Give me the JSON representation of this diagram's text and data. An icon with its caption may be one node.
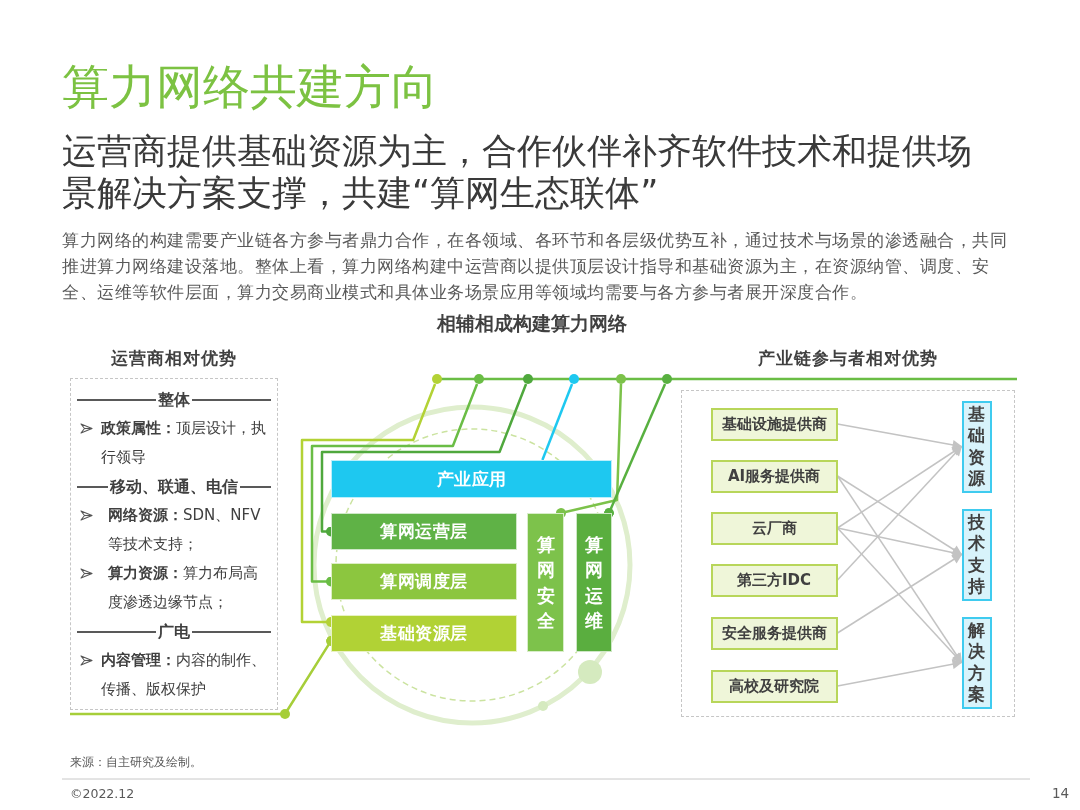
{
  "diagram": {
    "title": "算力网络共建方向",
    "nodes": [
      {
        "text": [
          "运营商相对优势",
          "整体",
          "**政策属性：**顶层设计，执行领导",
          "移动、联通、电信",
          "**网络资源：**SDN、NFV等技术支持；",
          "**算力资源：**算力布局高度渗透边缘节点；",
          "广电",
          "**内容管理：**内容的制作、传播、版权保护"
        ]
      },
      {
        "text": [],
        "shape": "bar"
      },
      {
        "text": [
          "产业应用"
        ]
      },
      {
        "text": [
          "算网运营层"
        ]
      },
      {
        "text": [
          "算网调度层"
        ]
      },
      {
        "text": [
          "基础资源层"
        ]
      },
      {
        "text": [
          "算网安全"
        ]
      },
      {
        "text": [
          "算网运维"
        ]
      },
      {
        "text": [
          "产业链参与者相对优势"
        ]
      },
      {
        "text": [
          "基础设施提供商"
        ],
        "in": 8
      },
      {
        "text": [
          "AI服务提供商"
        ],
        "in": 8
      },
      {
        "text": [
          "云厂商"
        ],
        "in": 8
      },
      {
        "text": [
          "第三方IDC"
        ],
        "in": 8
      },
      {
        "text": [
          "安全服务提供商"
        ],
        "in": 8
      },
      {
        "text": [
          "高校及研究院"
        ],
        "in": 8
      },
      {
        "text": [
          "基础资源"
        ],
        "in": 8
      },
      {
        "text": [
          "技术支持"
        ],
        "in": 8
      },
      {
        "text": [
          "解决方案"
        ],
        "in": 8
      }
    ],
    "edges": [
      {
        "from": 1,
        "to": 2,
        "arrow": "none",
        "color": "#1ec8f0"
      },
      {
        "from": 1,
        "to": 3,
        "arrow": "other",
        "color": "#4fa83d"
      },
      {
        "from": 1,
        "to": 4,
        "arrow": "other",
        "color": "#6abd45"
      },
      {
        "from": 1,
        "to": 5,
        "arrow": "other",
        "color": "#b3d235"
      },
      {
        "from": 1,
        "to": 6,
        "arrow": "other",
        "color": "#7cc24a"
      },
      {
        "from": 1,
        "to": 7,
        "arrow": "other",
        "color": "#58b040"
      },
      {
        "from": 0,
        "to": 5,
        "arrow": "other",
        "color": "#a6ce39"
      },
      {
        "from": 9,
        "to": 15,
        "arrow": "to"
      },
      {
        "from": 10,
        "to": 16,
        "arrow": "to"
      },
      {
        "from": 10,
        "to": 17,
        "arrow": "to"
      },
      {
        "from": 11,
        "to": 15,
        "arrow": "to"
      },
      {
        "from": 11,
        "to": 16,
        "arrow": "to"
      },
      {
        "from": 11,
        "to": 17,
        "arrow": "to"
      },
      {
        "from": 12,
        "to": 15,
        "arrow": "to"
      },
      {
        "from": 13,
        "to": 16,
        "arrow": "to"
      },
      {
        "from": 14,
        "to": 17,
        "arrow": "to"
      }
    ],
    "labels": [
      "运营商提供基础资源为主，合作伙伴补齐软件技术和提供场景解决方案支撑，共建“算网生态联体”",
      "算力网络的构建需要产业链各方参与者鼎力合作，在各领域、各环节和各层级优势互补，通过技术与场景的渗透融合，共同推进算力网络建设落地。整体上看，算力网络构建中运营商以提供顶层设计指导和基础资源为主，在资源纳管、调度、安全、运维等软件层面，算力交易商业模式和具体业务场景应用等领域均需要与各方参与者展开深度合作。",
      "相辅相成构建算力网络",
      "来源：自主研究及绘制。",
      "©2022.12",
      "14"
    ]
  }
}
